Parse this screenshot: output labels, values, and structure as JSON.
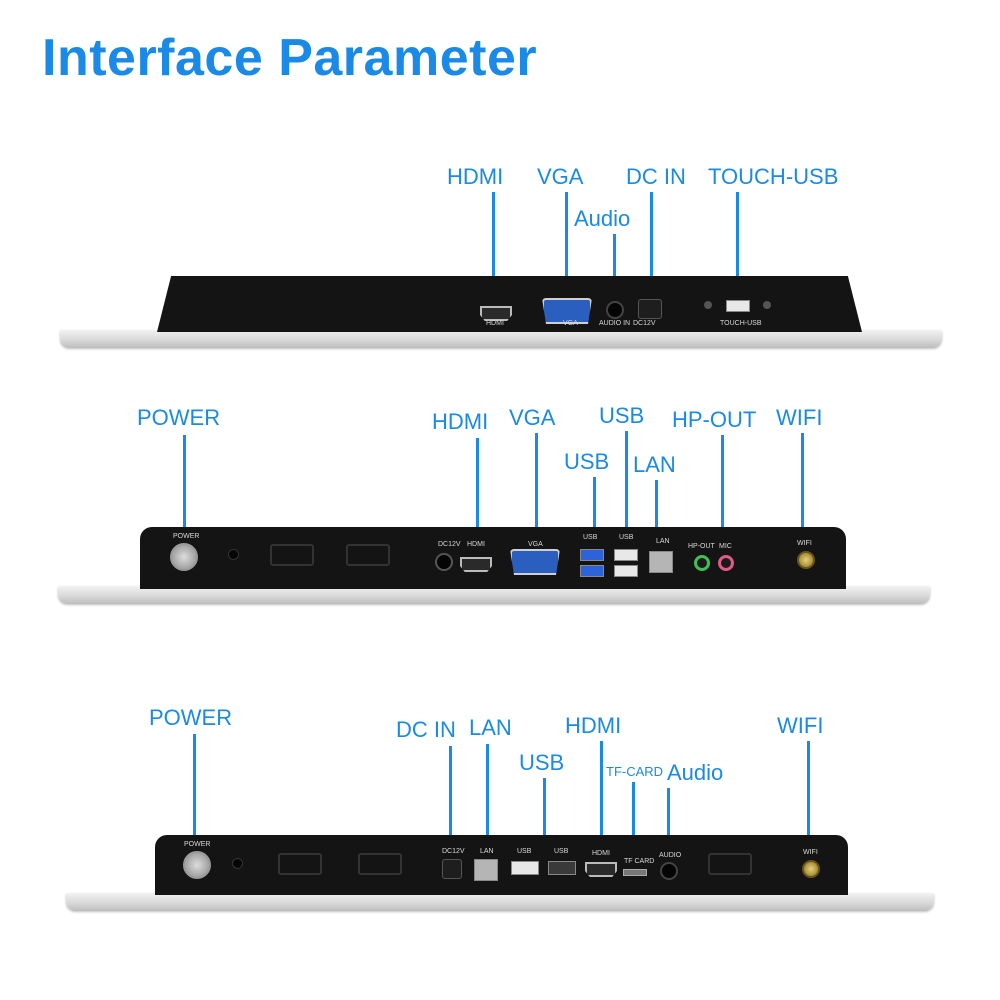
{
  "title": "Interface Parameter",
  "panel1": {
    "labels": {
      "hdmi": "HDMI",
      "vga": "VGA",
      "audio": "Audio",
      "dc_in": "DC IN",
      "touch_usb": "TOUCH-USB"
    },
    "port_labels": {
      "hdmi": "HDMI",
      "vga": "VGA",
      "audio": "AUDIO IN",
      "dc": "DC12V",
      "touch_usb": "TOUCH-USB"
    }
  },
  "panel2": {
    "labels": {
      "power": "POWER",
      "hdmi": "HDMI",
      "vga": "VGA",
      "usb_top": "USB",
      "usb_low": "USB",
      "lan": "LAN",
      "hp_out": "HP-OUT",
      "wifi": "WIFI"
    },
    "port_labels": {
      "power": "POWER",
      "dc": "DC12V",
      "hdmi": "HDMI",
      "vga": "VGA",
      "usb1": "USB",
      "usb2": "USB",
      "lan": "LAN",
      "hp_out": "HP-OUT",
      "mic": "MIC",
      "wifi": "WIFI"
    }
  },
  "panel3": {
    "labels": {
      "power": "POWER",
      "dc_in": "DC IN",
      "lan": "LAN",
      "usb": "USB",
      "hdmi": "HDMI",
      "tf_card": "TF-CARD",
      "audio": "Audio",
      "wifi": "WIFI"
    },
    "port_labels": {
      "power": "POWER",
      "dc": "DC12V",
      "lan": "LAN",
      "usb1": "USB",
      "usb2": "USB",
      "hdmi": "HDMI",
      "tf_card": "TF CARD",
      "audio": "AUDIO",
      "wifi": "WIFI"
    }
  },
  "colors": {
    "accent": "#1a8ae6",
    "housing": "#141414"
  }
}
